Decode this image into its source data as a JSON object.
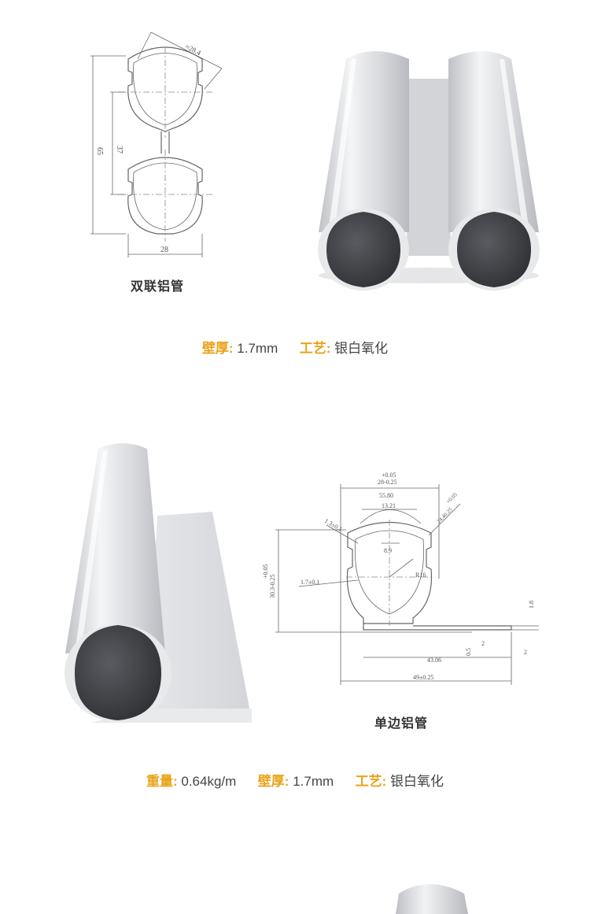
{
  "section1": {
    "caption": "双联铝管",
    "drawing": {
      "dim_diameter": "≈28.4",
      "dim_height": "65",
      "dim_pitch": "37",
      "dim_width": "28"
    },
    "specs": [
      {
        "key": "壁厚:",
        "value": "1.7mm"
      },
      {
        "key": "工艺:",
        "value": "银白氧化"
      }
    ]
  },
  "section2": {
    "caption": "单边铝管",
    "drawing": {
      "tol_top": "+0.05",
      "dim_top": "28-0.25",
      "dim_arc": "55.80",
      "dim_inner": "13.21",
      "dim_diag": "+0.05",
      "dim_diag2": "24.40.25",
      "dim_wall": "1.3±0.1",
      "dim_slot": "8.9",
      "dim_r": "R16",
      "dim_wall2": "1.7±0.1",
      "tol_left": "+0.05",
      "dim_left": "30.3-0.25",
      "dim_flange": "1.8",
      "dim_step": "2",
      "dim_step2": "2",
      "dim_thick": "0.5",
      "dim_len": "43.06",
      "dim_total": "49±0.25"
    },
    "specs": [
      {
        "key": "重量:",
        "value": "0.64kg/m"
      },
      {
        "key": "壁厚:",
        "value": "1.7mm"
      },
      {
        "key": "工艺:",
        "value": "银白氧化"
      }
    ]
  },
  "colors": {
    "accent": "#e9a319",
    "text": "#444444",
    "profile": "#d9dadd",
    "core": "#3a3b3f"
  }
}
